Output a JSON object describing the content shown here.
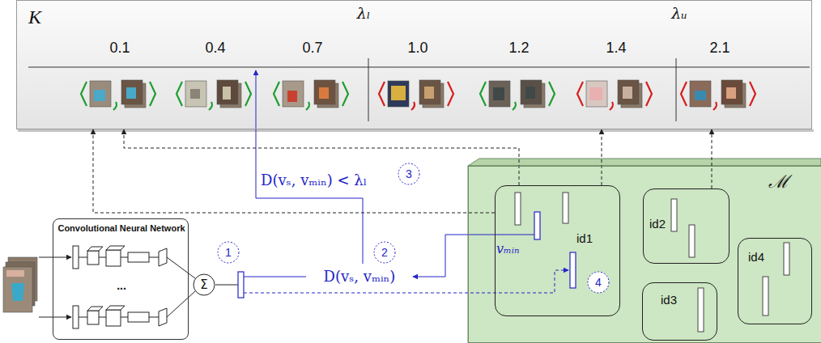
{
  "diagram": {
    "nodes": [
      {
        "text": [
          "K",
          "λₗ",
          "λᵤ",
          "0.1",
          "0.4",
          "0.7",
          "1.0",
          "1.2",
          "1.4",
          "2.1"
        ]
      },
      {
        "text": [
          "Convolutional Neural Network"
        ]
      },
      {
        "text": [
          "Σ"
        ]
      },
      {
        "text": [
          "1"
        ]
      },
      {
        "text": [
          "2"
        ]
      },
      {
        "text": [
          "3"
        ]
      },
      {
        "text": [
          "ℳ"
        ]
      },
      {
        "text": [
          "id1"
        ],
        "in": 6
      },
      {
        "text": [
          "4"
        ],
        "in": 7
      },
      {
        "text": [
          "id2"
        ],
        "in": 6
      },
      {
        "text": [
          "id3"
        ],
        "in": 6
      },
      {
        "text": [
          "id4"
        ],
        "in": 6
      }
    ],
    "edges": [
      {
        "from": 7,
        "to": 0,
        "arrow": "to"
      },
      {
        "from": 7,
        "to": 0,
        "arrow": "to"
      },
      {
        "from": 7,
        "to": 0,
        "arrow": "to"
      },
      {
        "from": 9,
        "to": 0,
        "arrow": "to"
      }
    ],
    "labels": [
      "D(vₛ, vₘᵢₙ) < λₗ",
      "vₘᵢₙ",
      "D(vₛ, vₘᵢₙ)",
      "..."
    ]
  }
}
